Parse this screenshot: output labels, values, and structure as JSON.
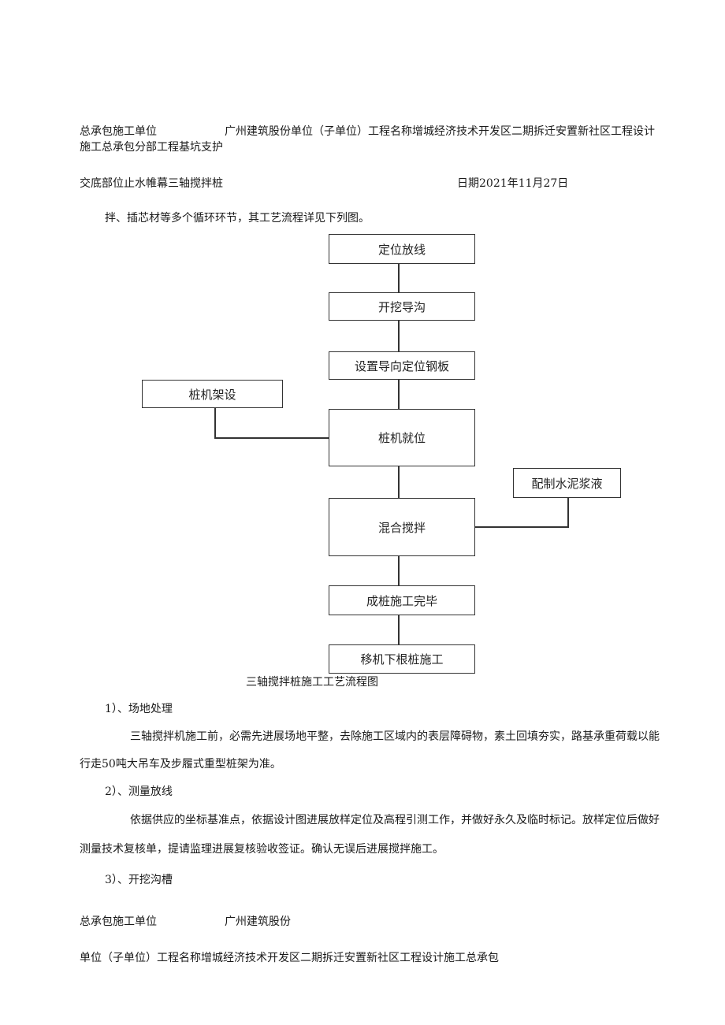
{
  "header": {
    "line1_label": "总承包施工单位",
    "line1_value": "广州建筑股份单位（子单位）工程名称增城经济技术开发区二期拆迁安置新社区工程设计",
    "line2": "施工总承包分部工程基坑支护",
    "disclosure": "交底部位止水帷幕三轴搅拌桩",
    "date": "日期2021年11月27日"
  },
  "intro": "拌、插芯材等多个循环环节，其工艺流程详见下列图。",
  "flowchart": {
    "steps": [
      "定位放线",
      "开挖导沟",
      "设置导向定位钢板",
      "桩机就位",
      "混合搅拌",
      "成桩施工完毕",
      "移机下根桩施工"
    ],
    "side_left": "桩机架设",
    "side_right": "配制水泥浆液",
    "caption": "三轴搅拌桩施工工艺流程图"
  },
  "sections": [
    {
      "heading": "1）、场地处理",
      "lines": [
        "三轴搅拌机施工前，必需先进展场地平整，去除施工区域内的表层障碍物，素土回填夯实，路基承重荷载以能",
        "行走50吨大吊车及步履式重型桩架为准。"
      ]
    },
    {
      "heading": "2）、测量放线",
      "lines": [
        "依据供应的坐标基准点，依据设计图进展放样定位及高程引测工作，并做好永久及临时标记。放样定位后做好",
        "测量技术复核单，提请监理进展复核验收签证。确认无误后进展搅拌施工。"
      ]
    },
    {
      "heading": "3）、开挖沟槽",
      "lines": []
    }
  ],
  "footer": {
    "label": "总承包施工单位",
    "value": "广州建筑股份",
    "line2": "单位（子单位）工程名称增城经济技术开发区二期拆迁安置新社区工程设计施工总承包"
  }
}
